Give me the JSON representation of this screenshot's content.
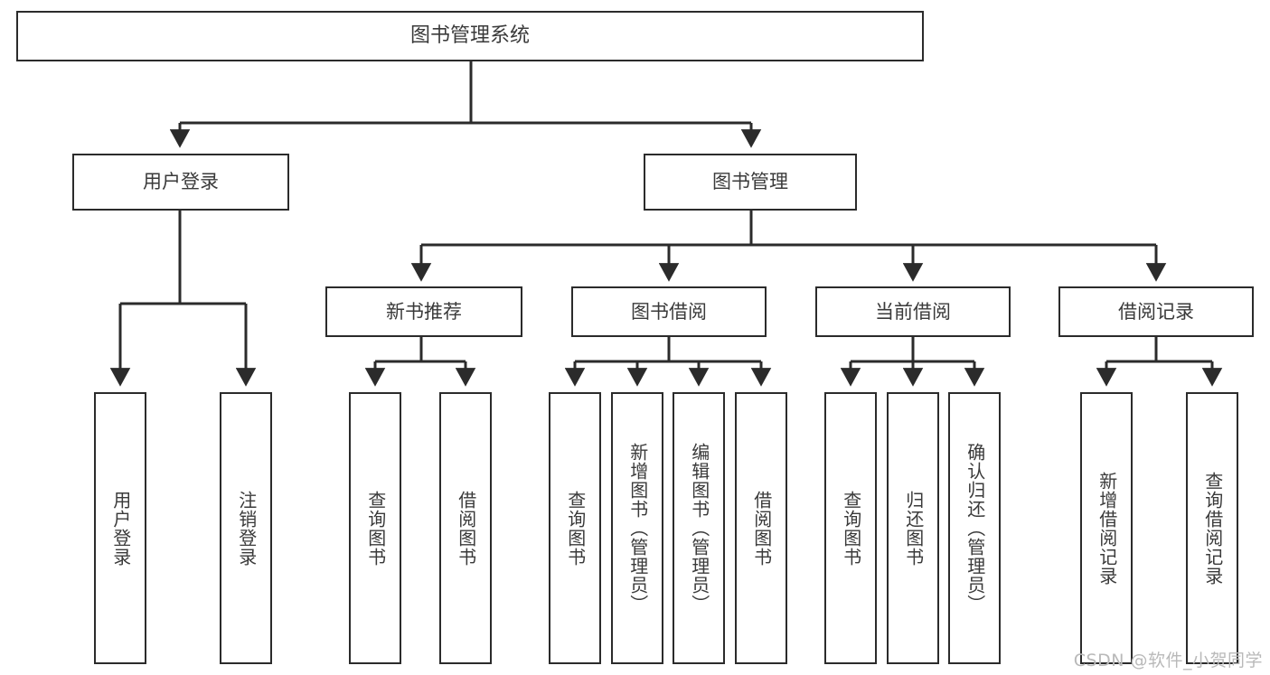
{
  "diagram": {
    "title": "图书管理系统",
    "watermark": "CSDN @软件_小贺同学",
    "colors": {
      "box_border": "#2b2b2b",
      "box_fill": "#ffffff",
      "text": "#3a3a3a",
      "line": "#2b2b2b",
      "watermark": "#b9b9b9"
    },
    "root": {
      "label": "图书管理系统"
    },
    "level2": [
      {
        "label": "用户登录"
      },
      {
        "label": "图书管理"
      }
    ],
    "level3": [
      {
        "label": "新书推荐"
      },
      {
        "label": "图书借阅"
      },
      {
        "label": "当前借阅"
      },
      {
        "label": "借阅记录"
      }
    ],
    "leaves": {
      "user_login": [
        {
          "label": "用户登录"
        },
        {
          "label": "注销登录"
        }
      ],
      "new_book_recommend": [
        {
          "label": "查询图书"
        },
        {
          "label": "借阅图书"
        }
      ],
      "book_borrow": [
        {
          "label": "查询图书"
        },
        {
          "label": "新增图书（管理员）"
        },
        {
          "label": "编辑图书（管理员）"
        },
        {
          "label": "借阅图书"
        }
      ],
      "current_borrow": [
        {
          "label": "查询图书"
        },
        {
          "label": "归还图书"
        },
        {
          "label": "确认归还（管理员）"
        }
      ],
      "borrow_record": [
        {
          "label": "新增借阅记录"
        },
        {
          "label": "查询借阅记录"
        }
      ]
    }
  }
}
